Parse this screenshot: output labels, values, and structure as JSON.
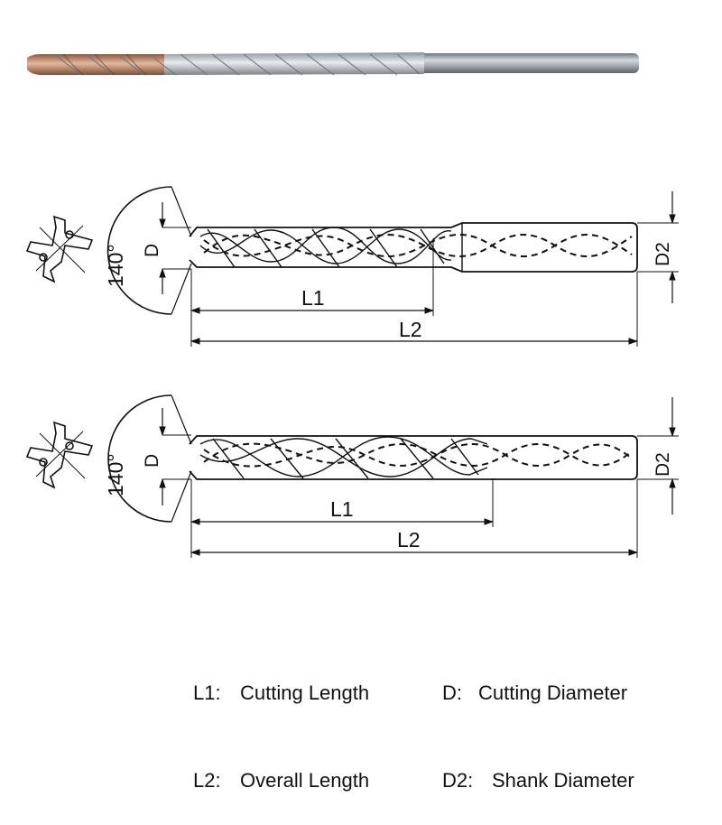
{
  "diagram": {
    "angle_label": "140°",
    "dim_d": "D",
    "dim_d2": "D2",
    "dim_l1": "L1",
    "dim_l2": "L2"
  },
  "legend": {
    "left": [
      {
        "key": "L1:",
        "desc": "Cutting Length"
      },
      {
        "key": "L2:",
        "desc": "Overall Length"
      }
    ],
    "right": [
      {
        "key": "D:",
        "desc": "Cutting Diameter"
      },
      {
        "key": "D2:",
        "desc": "Shank Diameter"
      }
    ]
  },
  "colors": {
    "coating": "#c89070",
    "steel": "#c8ccd0",
    "shank": "#9aa0a8",
    "line": "#111111"
  }
}
